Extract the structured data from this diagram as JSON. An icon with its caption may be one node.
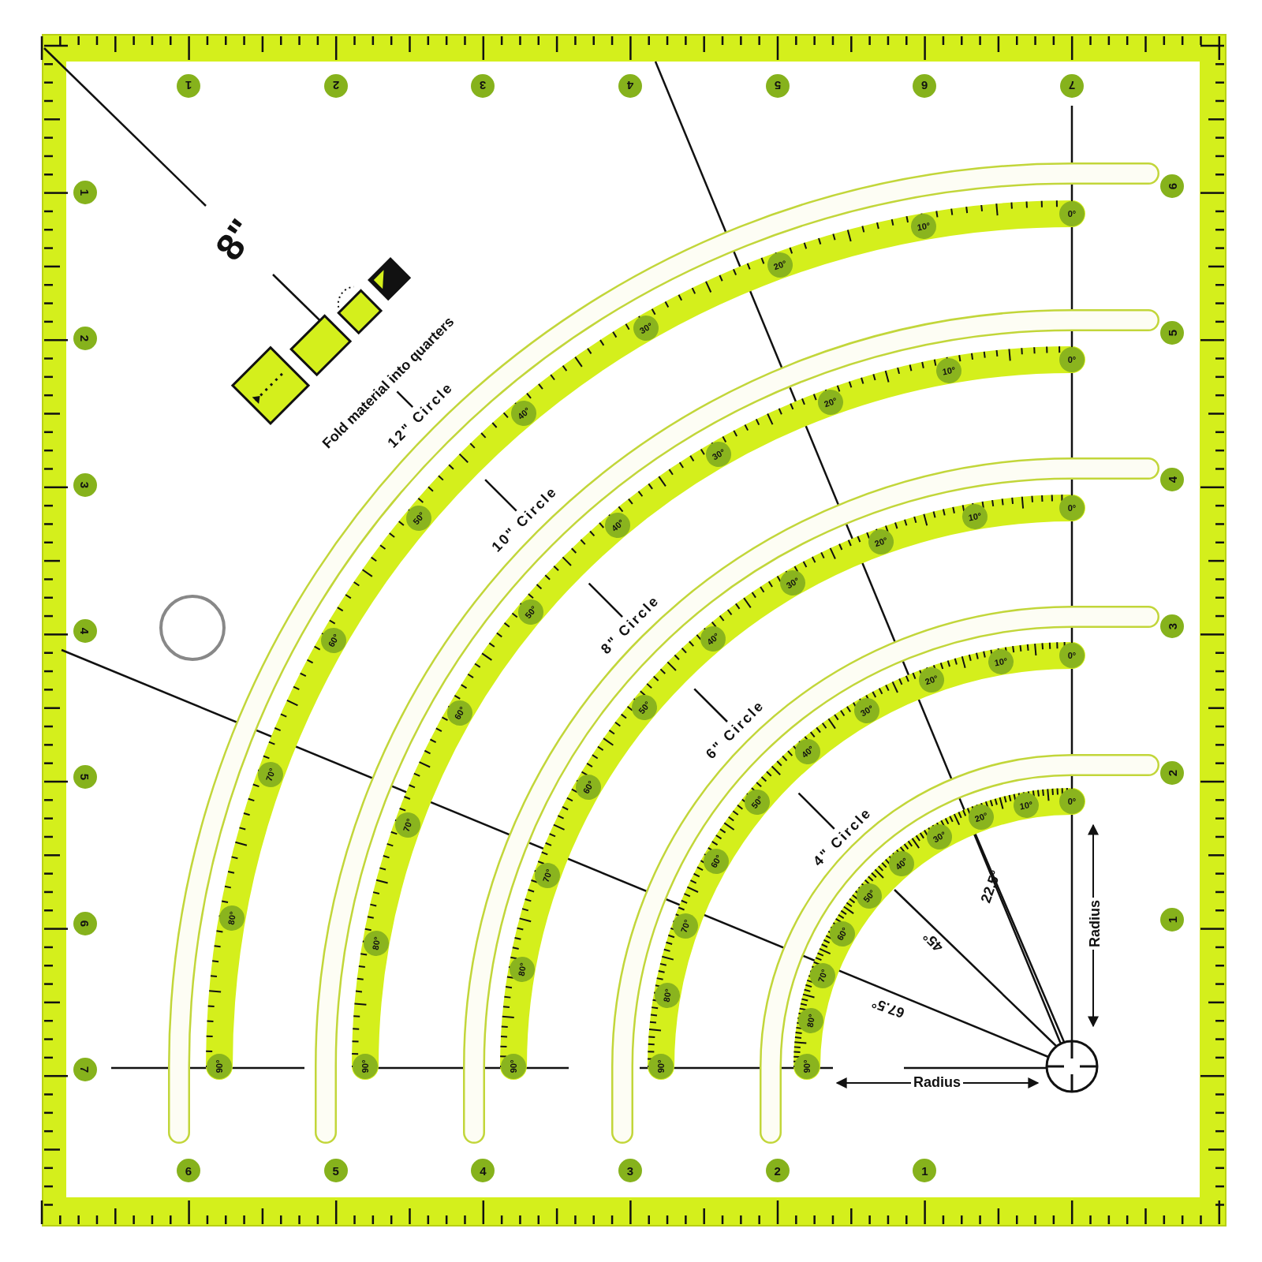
{
  "diagram": {
    "nodes": [
      {
        "text": [
          "Fold material into quarters"
        ]
      },
      {
        "text": [
          "12\" Circle"
        ]
      },
      {
        "text": [
          "10\" Circle"
        ]
      },
      {
        "text": [
          "8\" Circle"
        ]
      },
      {
        "text": [
          "6\" Circle"
        ]
      },
      {
        "text": [
          "4\" Circle"
        ]
      }
    ],
    "edges": [
      {
        "from": 1,
        "to": 0,
        "arrow": "none"
      },
      {
        "from": 2,
        "to": null,
        "arrow": "none"
      },
      {
        "from": 3,
        "to": null,
        "arrow": "none"
      },
      {
        "from": 4,
        "to": null,
        "arrow": "none"
      },
      {
        "from": 5,
        "to": null,
        "arrow": "none"
      }
    ],
    "labels": [
      "1",
      "2",
      "3",
      "4",
      "5",
      "6",
      "7",
      "1",
      "2",
      "3",
      "4",
      "5",
      "6",
      "7",
      "6",
      "5",
      "4",
      "3",
      "2",
      "1",
      "6",
      "5",
      "4",
      "3",
      "2",
      "1",
      "8\"",
      "0°",
      "10°",
      "20°",
      "30°",
      "40°",
      "50°",
      "60°",
      "70°",
      "80°",
      "90°",
      "0°",
      "10°",
      "20°",
      "30°",
      "40°",
      "50°",
      "60°",
      "70°",
      "80°",
      "90°",
      "0°",
      "10°",
      "20°",
      "30°",
      "40°",
      "50°",
      "60°",
      "70°",
      "80°",
      "90°",
      "0°",
      "10°",
      "20°",
      "30°",
      "40°",
      "50°",
      "60°",
      "70°",
      "80°",
      "90°",
      "0°",
      "10°",
      "20°",
      "30°",
      "40°",
      "50°",
      "60°",
      "70°",
      "80°",
      "90°",
      "22.5°",
      "45°",
      "67.5°",
      "Radius",
      "Radius"
    ]
  }
}
